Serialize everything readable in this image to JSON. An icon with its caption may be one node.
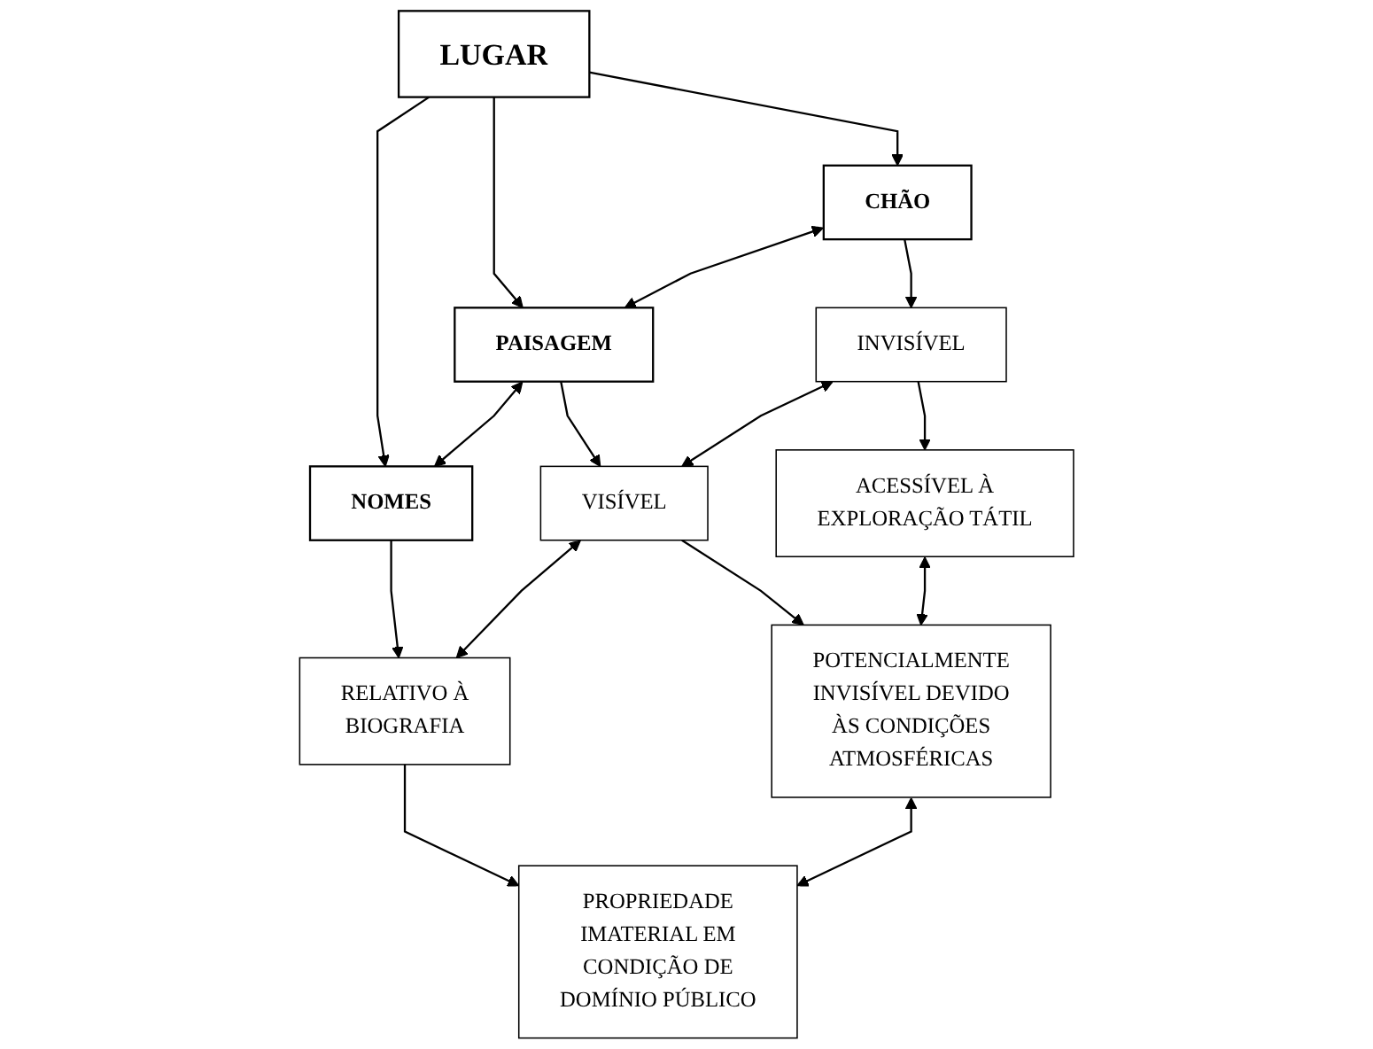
{
  "diagram": {
    "nodes": [
      {
        "text": [
          "LUGAR"
        ]
      },
      {
        "text": [
          "CHÃO"
        ]
      },
      {
        "text": [
          "PAISAGEM"
        ]
      },
      {
        "text": [
          "NOMES"
        ]
      },
      {
        "text": [
          "INVISÍVEL"
        ]
      },
      {
        "text": [
          "VISÍVEL"
        ]
      },
      {
        "text": [
          "RELATIVO À BIOGRAFIA"
        ]
      },
      {
        "text": [
          "ACESSÍVEL À EXPLORAÇÃO TÁTIL"
        ]
      },
      {
        "text": [
          "POTENCIALMENTE INVISÍVEL DEVIDO ÀS CONDIÇÕES ATMOSFÉRICAS"
        ]
      },
      {
        "text": [
          "PROPRIEDADE IMATERIAL EM CONDIÇÃO DE DOMÍNIO PÚBLICO"
        ]
      }
    ],
    "edges": [
      {
        "from": 0,
        "to": 1,
        "arrow": "to"
      },
      {
        "from": 0,
        "to": 2,
        "arrow": "to"
      },
      {
        "from": 0,
        "to": 3,
        "arrow": "to"
      },
      {
        "from": 1,
        "to": 2,
        "arrow": "both"
      },
      {
        "from": 2,
        "to": 3,
        "arrow": "both"
      },
      {
        "from": 1,
        "to": 4,
        "arrow": "to"
      },
      {
        "from": 2,
        "to": 5,
        "arrow": "to"
      },
      {
        "from": 3,
        "to": 6,
        "arrow": "to"
      },
      {
        "from": 4,
        "to": 5,
        "arrow": "both"
      },
      {
        "from": 5,
        "to": 6,
        "arrow": "both"
      },
      {
        "from": 4,
        "to": 7,
        "arrow": "to"
      },
      {
        "from": 5,
        "to": 8,
        "arrow": "to"
      },
      {
        "from": 6,
        "to": 9,
        "arrow": "to"
      },
      {
        "from": 7,
        "to": 8,
        "arrow": "both"
      },
      {
        "from": 8,
        "to": 9,
        "arrow": "both"
      }
    ]
  }
}
